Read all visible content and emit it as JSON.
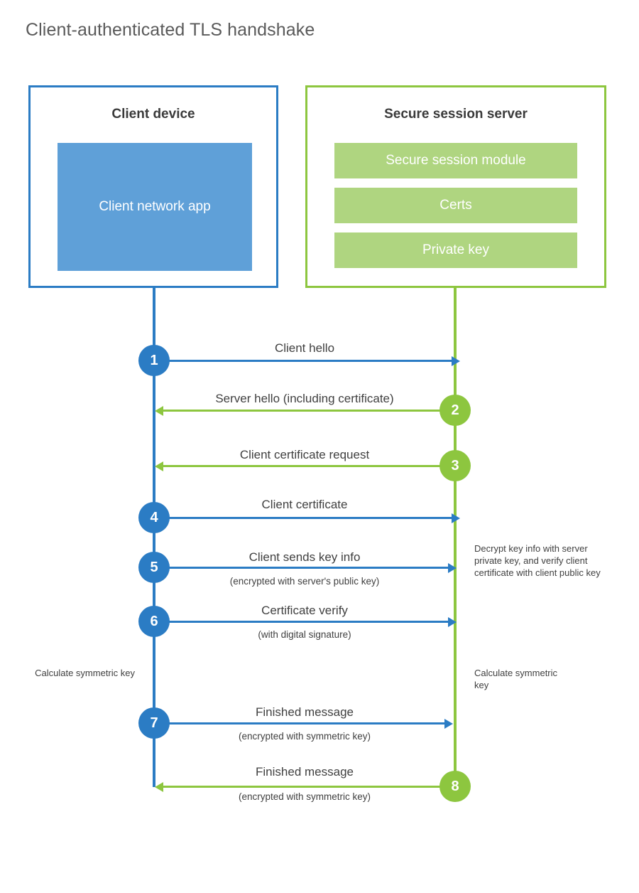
{
  "title": "Client-authenticated TLS handshake",
  "colors": {
    "client_blue": "#2B7CC4",
    "client_app_blue": "#5FA0D8",
    "server_green": "#8DC63F",
    "server_bar_green": "#AFD580",
    "title_text": "#5a5a5a",
    "body_text": "#404040"
  },
  "client": {
    "title": "Client device",
    "app_label": "Client network app"
  },
  "server": {
    "title": "Secure session server",
    "bars": [
      "Secure session module",
      "Certs",
      "Private key"
    ]
  },
  "notes": {
    "client_calculate": "Calculate symmetric key",
    "server_calculate": "Calculate symmetric key",
    "server_decrypt": "Decrypt key info with server private key, and verify client certificate with client public key"
  },
  "steps": [
    {
      "number": "1",
      "label": "Client hello",
      "sub": "",
      "direction": "client-to-server",
      "origin": "client"
    },
    {
      "number": "2",
      "label": "Server hello (including certificate)",
      "sub": "",
      "direction": "server-to-client",
      "origin": "server"
    },
    {
      "number": "3",
      "label": "Client certificate request",
      "sub": "",
      "direction": "server-to-client",
      "origin": "server"
    },
    {
      "number": "4",
      "label": "Client certificate",
      "sub": "",
      "direction": "client-to-server",
      "origin": "client"
    },
    {
      "number": "5",
      "label": "Client sends key info",
      "sub": "(encrypted with server's public key)",
      "direction": "client-to-server",
      "origin": "client"
    },
    {
      "number": "6",
      "label": "Certificate verify",
      "sub": "(with digital signature)",
      "direction": "client-to-server",
      "origin": "client"
    },
    {
      "number": "7",
      "label": "Finished message",
      "sub": "(encrypted with symmetric key)",
      "direction": "client-to-server",
      "origin": "client"
    },
    {
      "number": "8",
      "label": "Finished message",
      "sub": "(encrypted with symmetric key)",
      "direction": "server-to-client",
      "origin": "server"
    }
  ]
}
